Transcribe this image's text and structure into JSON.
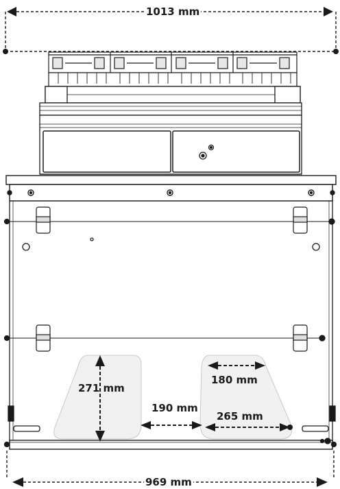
{
  "diagram": {
    "dimensions": {
      "overall_top_width": "1013 mm",
      "bottom_width": "969 mm",
      "cutout_height": "271 mm",
      "gap_width": "190 mm",
      "cutout_top_width": "180 mm",
      "cutout_bottom_width": "265 mm"
    },
    "colors": {
      "line": "#1a1a1a",
      "cutout_fill": "#f1f1f1",
      "cutout_stroke": "#c8c8c8",
      "background": "#ffffff"
    }
  }
}
